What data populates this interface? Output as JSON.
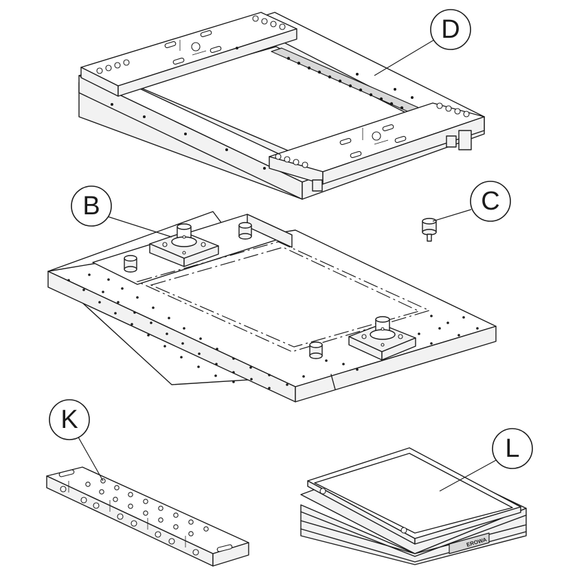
{
  "callouts": {
    "D": "D",
    "B": "B",
    "C": "C",
    "K": "K",
    "L": "L"
  },
  "logo_text": "EROWA"
}
